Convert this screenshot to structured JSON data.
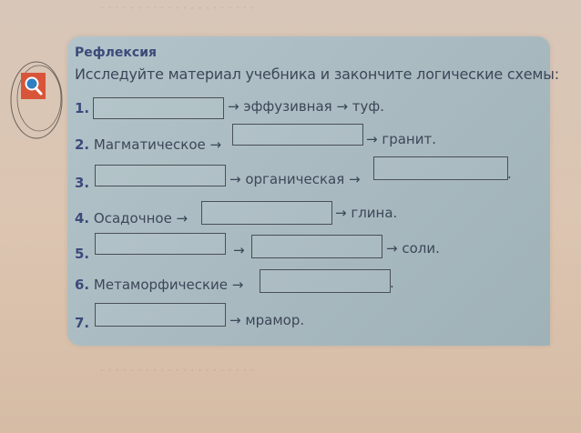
{
  "section": {
    "title": "Рефлексия",
    "instruction": "Исследуйте материал учебника и закончите логические схемы:",
    "icon": "magnifier-icon"
  },
  "items": [
    {
      "num": "1.",
      "parts": [
        "",
        "→ эффузивная → туф."
      ]
    },
    {
      "num": "2.",
      "parts": [
        "Магматическое →",
        "",
        "→ гранит."
      ]
    },
    {
      "num": "3.",
      "parts": [
        "",
        "→ органическая →",
        "",
        "."
      ]
    },
    {
      "num": "4.",
      "parts": [
        "Осадочное →",
        "",
        "→ глина."
      ]
    },
    {
      "num": "5.",
      "parts": [
        "",
        "→",
        "",
        "→ соли."
      ]
    },
    {
      "num": "6.",
      "parts": [
        "Метаморфические →",
        "",
        "."
      ]
    },
    {
      "num": "7.",
      "parts": [
        "",
        "→ мрамор."
      ]
    }
  ],
  "colors": {
    "panel": "#a9bcc3",
    "title": "#3c4a7a",
    "icon_bg": "#d9553a",
    "icon_lens": "#2f7fc1"
  }
}
